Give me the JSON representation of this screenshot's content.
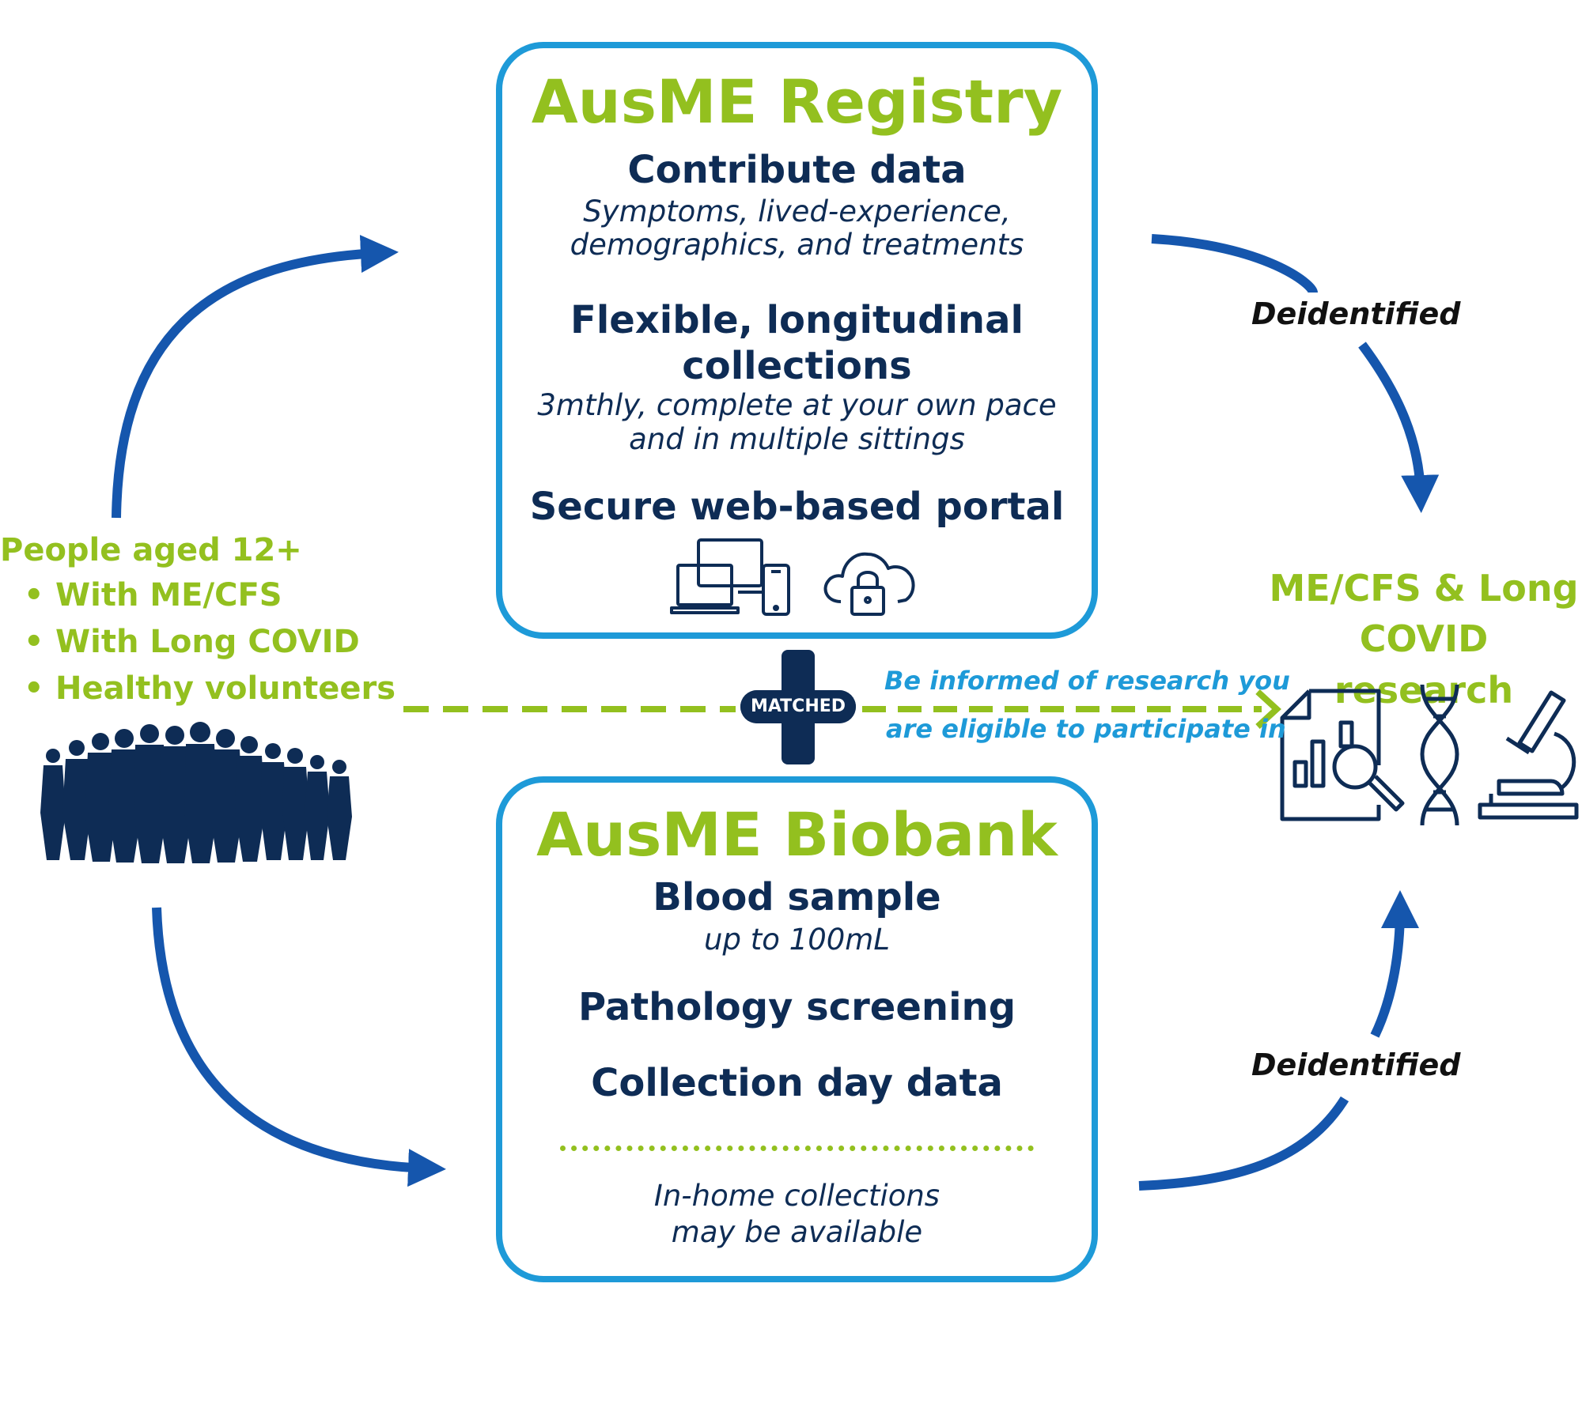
{
  "registry": {
    "title": "AusME Registry",
    "contribute_heading": "Contribute data",
    "contribute_line1": "Symptoms, lived-experience,",
    "contribute_line2": "demographics, and treatments",
    "flexible_line1": "Flexible, longitudinal",
    "flexible_line2": "collections",
    "flexible_detail1": "3mthly, complete at your own pace",
    "flexible_detail2": "and in multiple sittings",
    "portal_heading": "Secure web-based portal",
    "icons": [
      "devices-icon",
      "cloud-lock-icon"
    ]
  },
  "biobank": {
    "title": "AusME Biobank",
    "blood_heading": "Blood sample",
    "blood_detail": "up to 100mL",
    "pathology_heading": "Pathology screening",
    "collection_heading": "Collection day data",
    "inhome_line1": "In-home collections",
    "inhome_line2": "may be available"
  },
  "people": {
    "heading": "People aged 12+",
    "items": [
      "With ME/CFS",
      "With Long COVID",
      "Healthy volunteers"
    ],
    "icon": "crowd-silhouette-icon"
  },
  "research": {
    "heading_line1": "ME/CFS & Long",
    "heading_line2": "COVID research",
    "icons": [
      "document-analysis-icon",
      "dna-icon",
      "microscope-icon"
    ]
  },
  "links": {
    "deidentified_top": "Deidentified",
    "deidentified_bottom": "Deidentified",
    "matched": "MATCHED",
    "informed_line1": "Be informed of research you",
    "informed_line2": "are eligible to participate in"
  },
  "colors": {
    "navy": "#0e2c55",
    "green": "#93c01f",
    "light_blue": "#1e9ad8",
    "arrow_blue": "#1556ad"
  }
}
